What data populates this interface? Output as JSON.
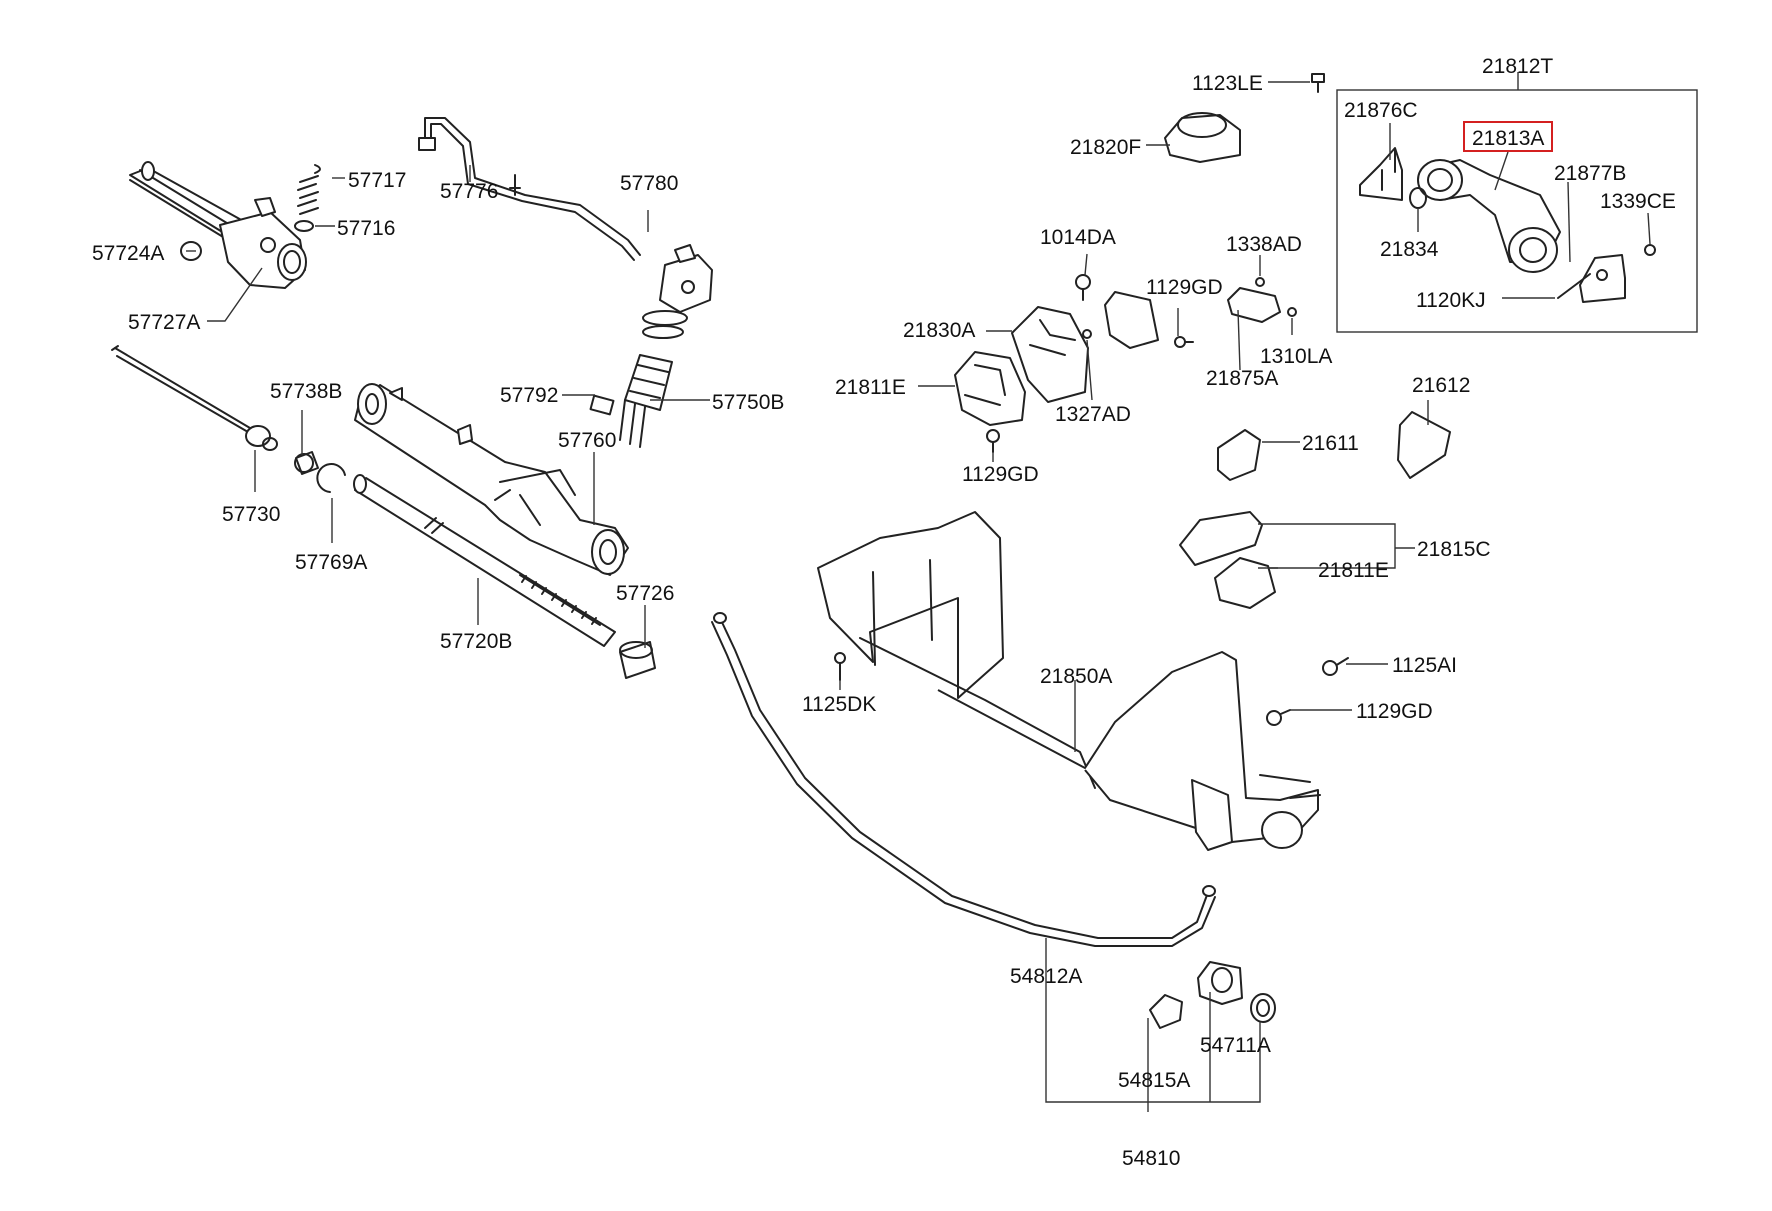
{
  "labels": {
    "l57717": "57717",
    "l57716": "57716",
    "l57724A": "57724A",
    "l57727A": "57727A",
    "l57776": "57776",
    "l57780": "57780",
    "l57738B": "57738B",
    "l57792": "57792",
    "l57750B": "57750B",
    "l57760": "57760",
    "l57730": "57730",
    "l57769A": "57769A",
    "l57726": "57726",
    "l57720B": "57720B",
    "l1123LE": "1123LE",
    "l21812T": "21812T",
    "l21876C": "21876C",
    "l21813A": "21813A",
    "l21820F": "21820F",
    "l21877B": "21877B",
    "l1339CE": "1339CE",
    "l21834": "21834",
    "l1120KJ": "1120KJ",
    "l1014DA": "1014DA",
    "l1338AD": "1338AD",
    "l1129GD_a": "1129GD",
    "l21830A": "21830A",
    "l1310LA": "1310LA",
    "l21875A": "21875A",
    "l21811E_a": "21811E",
    "l1327AD": "1327AD",
    "l1129GD_b": "1129GD",
    "l21612": "21612",
    "l21611": "21611",
    "l21815C": "21815C",
    "l21811E_b": "21811E",
    "l1125DK": "1125DK",
    "l21850A": "21850A",
    "l1125AI": "1125AI",
    "l1129GD_c": "1129GD",
    "l54812A": "54812A",
    "l54711A": "54711A",
    "l54815A": "54815A",
    "l54810": "54810"
  },
  "highlight": "21813A",
  "colors": {
    "highlight": "#d42020",
    "line": "#222222",
    "background": "#ffffff"
  }
}
